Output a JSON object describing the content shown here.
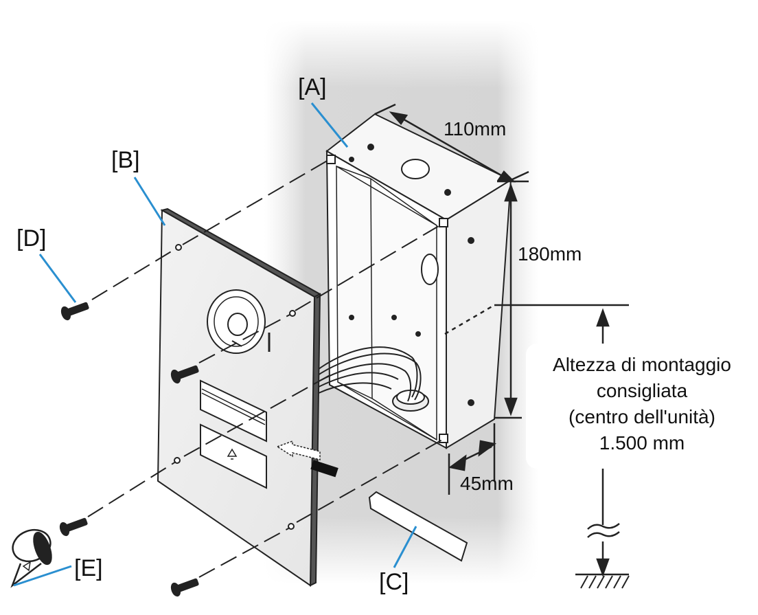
{
  "callouts": {
    "a": "[A]",
    "b": "[B]",
    "c": "[C]",
    "d": "[D]",
    "e": "[E]"
  },
  "dimensions": {
    "width": "110mm",
    "height": "180mm",
    "depth": "45mm"
  },
  "mounting_note": {
    "line1": "Altezza di montaggio",
    "line2": "consigliata",
    "line3": "(centro dell'unità)",
    "line4": "1.500 mm"
  },
  "colors": {
    "callout_line": "#2a8fd0",
    "ink": "#111111",
    "shadow": "#d9d9d9",
    "panel_edge": "#3a3a3a"
  }
}
